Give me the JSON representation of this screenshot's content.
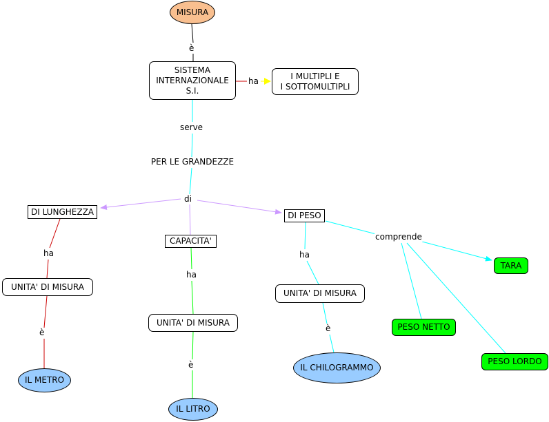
{
  "nodes": {
    "misura": "MISURA",
    "sistema": "SISTEMA\nINTERNAZIONALE\nS.I.",
    "multipli": "I MULTIPLI E\nI SOTTOMULTIPLI",
    "grandezze": "PER LE GRANDEZZE",
    "lunghezza": "DI LUNGHEZZA",
    "capacita": "CAPACITA'",
    "peso": "DI PESO",
    "unita_lunghezza": "UNITA' DI MISURA",
    "unita_capacita": "UNITA' DI MISURA",
    "unita_peso": "UNITA' DI MISURA",
    "metro": "IL METRO",
    "litro": "IL LITRO",
    "chilogrammo": "IL CHILOGRAMMO",
    "tara": "TARA",
    "peso_netto": "PESO NETTO",
    "peso_lordo": "PESO LORDO"
  },
  "links": {
    "e1": "è",
    "ha1": "ha",
    "serve": "serve",
    "di": "di",
    "ha_lunghezza": "ha",
    "e_lunghezza": "è",
    "ha_capacita": "ha",
    "e_capacita": "è",
    "ha_peso": "ha",
    "e_peso": "è",
    "comprende": "comprende"
  },
  "colors": {
    "misura_fill": "#f9bf8f",
    "ellipse_fill": "#99ccff",
    "green_fill": "#00ff00",
    "line_black": "#000000",
    "line_red": "#cc0000",
    "line_cyan": "#00ffff",
    "line_violet": "#cc99ff",
    "line_green": "#00ff00",
    "arrow_yellow": "#ffff00"
  }
}
